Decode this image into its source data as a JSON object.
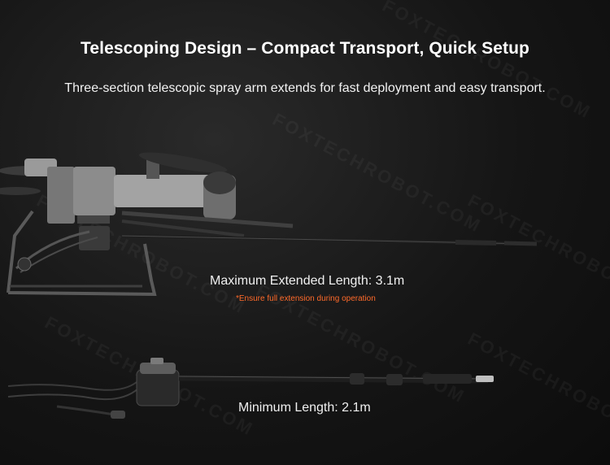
{
  "heading": {
    "title": "Telescoping Design – Compact Transport, Quick Setup",
    "subtitle": "Three-section telescopic spray arm extends for fast deployment and easy transport."
  },
  "max_length": {
    "label": "Maximum Extended Length: 3.1m",
    "note": "*Ensure full extension during operation"
  },
  "min_length": {
    "label": "Minimum Length: 2.1m"
  },
  "watermark": "FOXTECHROBOT.COM",
  "colors": {
    "background": "#151515",
    "text": "#ffffff",
    "note_accent": "#ff6a2a"
  },
  "icons": [
    "drone-illustration",
    "spray-arm-extended",
    "spray-arm-retracted"
  ]
}
